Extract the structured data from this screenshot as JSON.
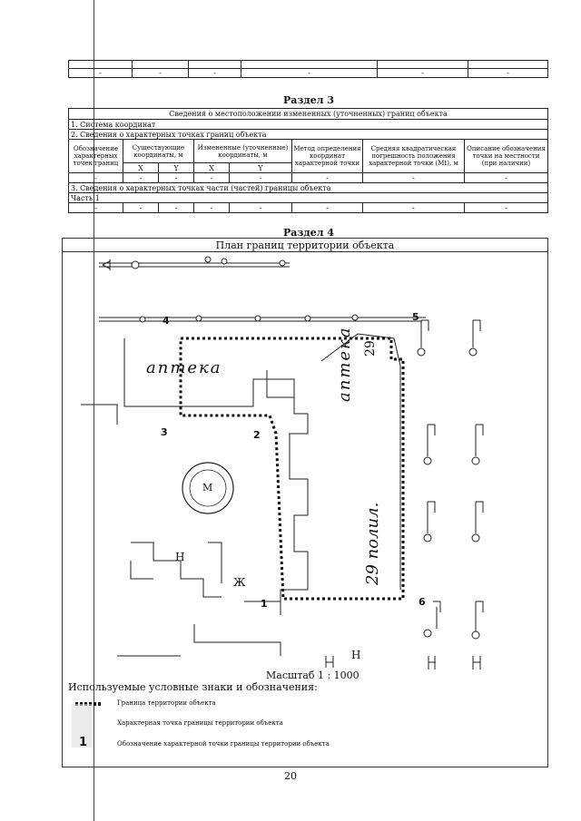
{
  "top_table": {
    "cells": [
      "-",
      "-",
      "-",
      "-",
      "-",
      "-"
    ]
  },
  "section3": {
    "heading": "Раздел 3",
    "title": "Сведения о местоположении измененных (уточненных) границ объекта",
    "row1": "1. Система координат",
    "row2": "2. Сведения о характерных точках границ объекта",
    "col_headers": [
      "Обозначение характерных точек границ",
      "Существующие координаты, м",
      "Измененные (уточненные) координаты, м",
      "Метод определения координат характерной точки",
      "Средняя квадратическая погрешность положения характерной точки (Mt), м",
      "Описание обозначения точки на местности (при наличии)"
    ],
    "sub_x": "X",
    "sub_y": "Y",
    "data_cells": [
      "-",
      "-",
      "-",
      "-",
      "-",
      "-",
      "-",
      "-"
    ],
    "row3": "3. Сведения о характерных точках части (частей) границы объекта",
    "part": "Часть 1",
    "part_cells": [
      "-",
      "-",
      "-",
      "-",
      "-",
      "-",
      "-",
      "-"
    ]
  },
  "section4": {
    "heading": "Раздел 4",
    "title": "План границ территории объекта",
    "scale": "Масштаб 1 : 1000",
    "map_labels": {
      "apteka1": "аптека",
      "apteka2": "аптека",
      "num29a": "29",
      "num29b": "29 полил.",
      "m": "М",
      "n1": "Н",
      "n2": "Н",
      "zh": "Ж",
      "p1": "1",
      "p2": "2",
      "p3": "3",
      "p4": "4",
      "p5": "5",
      "p6": "6"
    },
    "legend_title": "Используемые условные знаки и обозначения:",
    "legend_items": [
      "Граница территории объекта",
      "Характерная точка границы территории объекта",
      "Обозначение характерной точки границы территории объекта"
    ],
    "legend_symbol_label": "1"
  },
  "page_number": "20"
}
